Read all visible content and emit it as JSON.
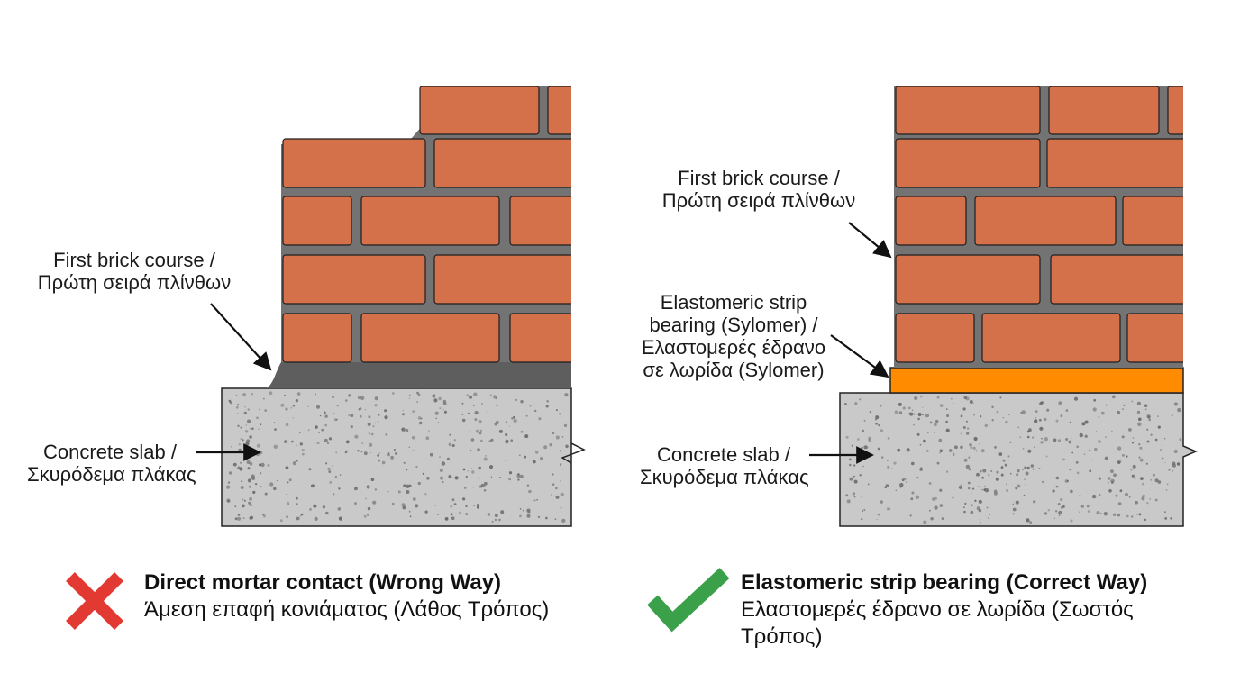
{
  "colors": {
    "brick": "#d4704a",
    "brick_outline": "#1f1f1f",
    "mortar": "#737373",
    "mortar_dark": "#5e5e5e",
    "concrete": "#c9c9c9",
    "speckle": "#6a6a6a",
    "elastomer": "#ff8c00",
    "wrong": "#e23a32",
    "correct": "#3aa04a"
  },
  "left_panel": {
    "brick_label": [
      "First brick course /",
      "Πρώτη σειρά πλίνθων"
    ],
    "slab_label": [
      "Concrete slab /",
      "Σκυρόδεμα πλάκας"
    ]
  },
  "right_panel": {
    "brick_label": [
      "First brick course /",
      "Πρώτη σειρά πλίνθων"
    ],
    "strip_label": [
      "Elastomeric strip",
      "bearing (Sylomer) /",
      "Ελαστομερές έδρανο",
      "σε λωρίδα (Sylomer)"
    ],
    "slab_label": [
      "Concrete slab /",
      "Σκυρόδεμα πλάκας"
    ]
  },
  "legend": {
    "wrong": {
      "icon": "cross-icon",
      "title": "Direct mortar contact (Wrong Way)",
      "subtitle": "Άμεση επαφή κονιάματος (Λάθος Τρόπος)"
    },
    "correct": {
      "icon": "check-icon",
      "title": "Elastomeric strip bearing (Correct Way)",
      "subtitle_line1": "Ελαστομερές έδρανο σε λωρίδα (Σωστός",
      "subtitle_line2": "Τρόπος)"
    }
  }
}
